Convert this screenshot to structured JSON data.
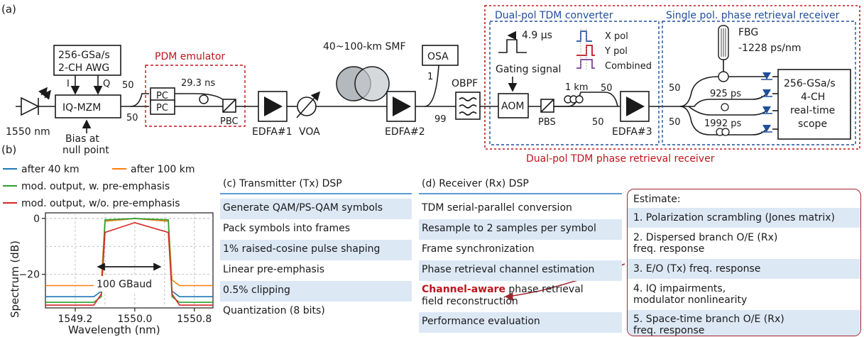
{
  "panels": {
    "a": "(a)",
    "b": "(b)",
    "c": "(c) Transmitter (Tx) DSP",
    "d": "(d) Receiver (Rx) DSP"
  },
  "setup": {
    "laser_wavelength": "1550 nm",
    "awg": [
      "256-GSa/s",
      "2-CH AWG"
    ],
    "iq_label": "I",
    "q_label": "Q",
    "modulator": "IQ-MZM",
    "bias": [
      "Bias at",
      "null point"
    ],
    "split_top": "50",
    "split_bottom": "50",
    "pdm_emulator": "PDM emulator",
    "pc": "PC",
    "delay": "29.3 ns",
    "pbc": "PBC",
    "edfa1": "EDFA#1",
    "voa": "VOA",
    "fiber": "40~100-km SMF",
    "edfa2": "EDFA#2",
    "osa": "OSA",
    "coupler_1": "1",
    "coupler_99": "99",
    "obpf": "OBPF",
    "tdm_converter": "Dual-pol TDM converter",
    "gating_period": "4.9 μs",
    "gating_signal": "Gating signal",
    "legend_x": "X pol",
    "legend_y": "Y pol",
    "legend_combined": "Combined",
    "aom": "AOM",
    "pbs": "PBS",
    "delay_1km": "1 km",
    "split_50a": "50",
    "split_50b": "50",
    "edfa3": "EDFA#3",
    "single_pol_receiver": "Single pol. phase retrieval receiver",
    "fbg": "FBG",
    "dispersion": "-1228 ps/nm",
    "rx_split_top": "50",
    "rx_split_bottom": "50",
    "delay_925": "925 ps",
    "delay_1992": "1992 ps",
    "scope": [
      "256-GSa/s",
      "4-CH",
      "real-time",
      "scope"
    ],
    "tdm_receiver": "Dual-pol TDM phase retrieval receiver"
  },
  "chart_data": {
    "type": "line",
    "xlabel": "Wavelength (nm)",
    "ylabel": "Spectrum (dB)",
    "xticks": [
      "1549.2",
      "1550.0",
      "1550.8"
    ],
    "yticks": [
      "0",
      "−20"
    ],
    "xlim": [
      1548.8,
      1551.05
    ],
    "ylim": [
      -32,
      2
    ],
    "grid": true,
    "annotation": "100 GBaud",
    "colors": {
      "after_40km": "#1f77b4",
      "after_100km": "#ff7f0e",
      "with_pre": "#2ca02c",
      "without_pre": "#d62728"
    },
    "series": [
      {
        "name": "after 40 km",
        "x": [
          1548.8,
          1549.45,
          1549.55,
          1549.6,
          1550.0,
          1550.45,
          1550.5,
          1550.6,
          1551.05
        ],
        "y": [
          -28,
          -28,
          -26,
          -1,
          0,
          -1,
          -26,
          -28,
          -28
        ]
      },
      {
        "name": "after 100 km",
        "x": [
          1548.8,
          1549.45,
          1549.55,
          1549.6,
          1550.0,
          1550.45,
          1550.5,
          1550.6,
          1551.05
        ],
        "y": [
          -24,
          -24,
          -22,
          -1,
          0,
          -1,
          -22,
          -24,
          -24
        ]
      },
      {
        "name": "mod. output, w. pre-emphasis",
        "x": [
          1548.8,
          1549.45,
          1549.55,
          1549.6,
          1550.0,
          1550.45,
          1550.5,
          1550.6,
          1551.05
        ],
        "y": [
          -30,
          -30,
          -28,
          -0.5,
          0,
          -0.5,
          -28,
          -30,
          -30
        ]
      },
      {
        "name": "mod. output, w/o. pre-emphasis",
        "x": [
          1548.8,
          1549.45,
          1549.55,
          1549.6,
          1550.0,
          1550.45,
          1550.5,
          1550.6,
          1551.05
        ],
        "y": [
          -31,
          -31,
          -27,
          -5,
          -1.5,
          -5,
          -27,
          -31,
          -31
        ]
      }
    ]
  },
  "tx_dsp": [
    "Generate QAM/PS-QAM symbols",
    "Pack symbols into frames",
    "1% raised-cosine pulse shaping",
    "Linear pre-emphasis",
    "0.5% clipping",
    "Quantization (8 bits)"
  ],
  "rx_dsp": [
    "TDM serial-parallel conversion",
    "Resample to 2 samples per symbol",
    "Frame synchronization",
    "Phase retrieval channel estimation",
    "",
    "Performance evaluation"
  ],
  "rx_reconstruction": {
    "highlight": "Channel-aware",
    "rest": " phase retrieval",
    "line2": "field reconstruction"
  },
  "estimate": {
    "title": "Estimate:",
    "items": [
      [
        "1. Polarization scrambling (Jones matrix)"
      ],
      [
        "2. Dispersed branch O/E (Rx)",
        "freq. response"
      ],
      [
        "3. E/O (Tx) freq. response"
      ],
      [
        "4. IQ impairments,",
        "modulator nonlinearity"
      ],
      [
        "5. Space-time branch O/E (Rx)",
        "freq. response"
      ]
    ]
  }
}
